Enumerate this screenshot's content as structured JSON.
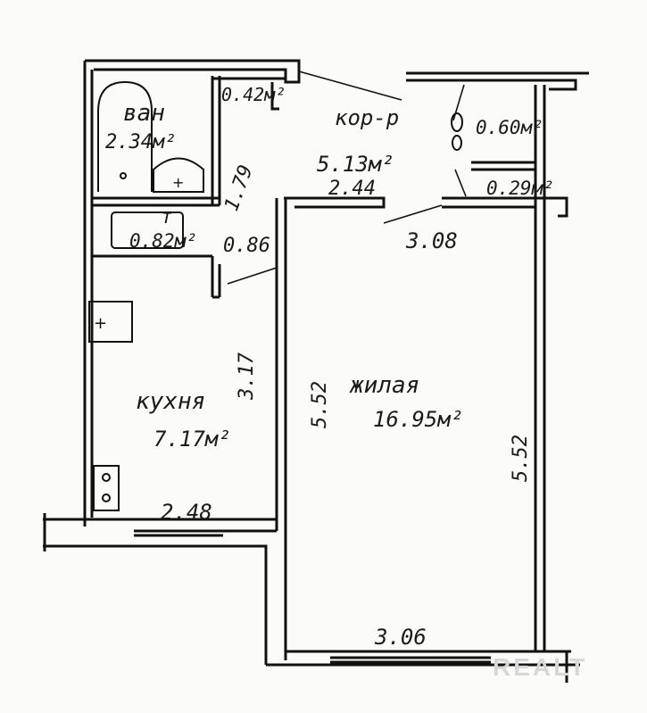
{
  "rooms": {
    "bathroom": {
      "name": "ван",
      "area": "2.34м²"
    },
    "toilet": {
      "name": "т",
      "area": "0.82м²"
    },
    "corridor": {
      "name": "кор-р",
      "area": "5.13м²",
      "dim": "2.44"
    },
    "closet_top": {
      "area": "0.60м²"
    },
    "closet_bottom": {
      "area": "0.29м²"
    },
    "kitchen": {
      "name": "кухня",
      "area": "7.17м²",
      "dim_width": "2.48",
      "dim_length": "3.17"
    },
    "living": {
      "name": "жилая",
      "area": "16.95м²",
      "dim_top": "3.08",
      "dim_bottom": "3.06",
      "dim_left": "5.52",
      "dim_right": "5.52"
    }
  },
  "dims": {
    "closet_small": "0.42м²",
    "bath_length": "1.79",
    "toilet_length": "0.86"
  },
  "watermark": "REALT"
}
